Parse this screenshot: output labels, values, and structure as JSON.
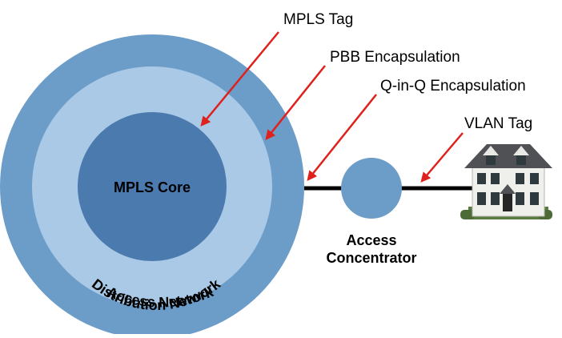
{
  "callouts": {
    "mpls_tag": "MPLS Tag",
    "pbb_encapsulation": "PBB Encapsulation",
    "qinq_encapsulation": "Q-in-Q Encapsulation",
    "vlan_tag": "VLAN Tag"
  },
  "rings": {
    "core": "MPLS Core",
    "distribution": "Distribution Network",
    "access": "Access Network"
  },
  "concentrator": {
    "line1": "Access",
    "line2": "Concentrator"
  },
  "colors": {
    "access_ring": "#6c9cc8",
    "distribution_ring": "#a9c9e6",
    "core": "#4a7aae",
    "concentrator": "#6c9cc8",
    "arrow": "#e0201c",
    "link": "#000000"
  },
  "icons": {
    "house": "house-image"
  }
}
